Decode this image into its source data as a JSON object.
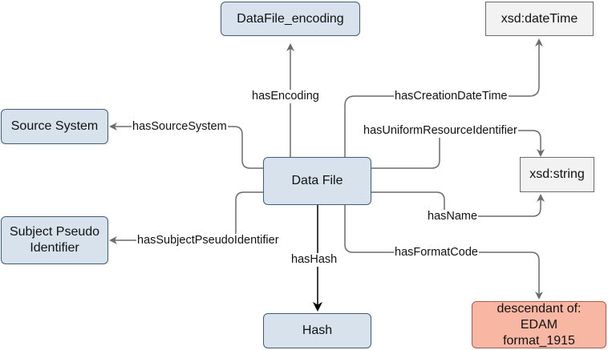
{
  "nodes": {
    "data_file": "Data File",
    "datafile_encoding": "DataFile_encoding",
    "xsd_datetime": "xsd:dateTime",
    "xsd_string": "xsd:string",
    "source_system": "Source System",
    "subject_pseudo_identifier": "Subject Pseudo Identifier",
    "hash": "Hash",
    "edam_format": "descendant of: EDAM format_1915"
  },
  "edges": {
    "has_encoding": "hasEncoding",
    "has_creation_datetime": "hasCreationDateTime",
    "has_source_system": "hasSourceSystem",
    "has_uniform_resource_identifier": "hasUniformResourceIdentifier",
    "has_name": "hasName",
    "has_subject_pseudo_identifier": "hasSubjectPseudoIdentifier",
    "has_hash": "hasHash",
    "has_format_code": "hasFormatCode"
  },
  "colors": {
    "class_fill": "#d7e2ec",
    "class_stroke": "#3a5f7e",
    "datatype_fill": "#f2f2f2",
    "datatype_stroke": "#6b6b6b",
    "external_fill": "#f7b7a3",
    "external_stroke": "#b85450",
    "edge_gray": "#6b6b6b",
    "edge_black": "#000000"
  }
}
